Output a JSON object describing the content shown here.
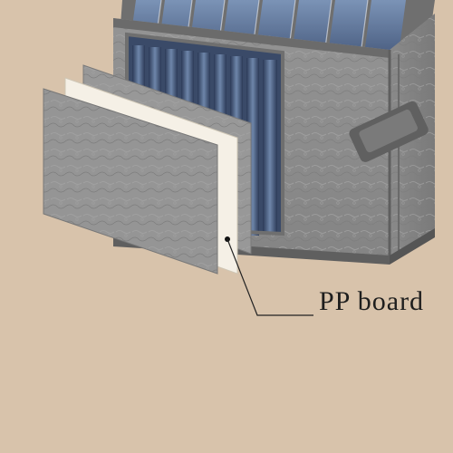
{
  "callout": {
    "label": "PP board"
  },
  "colors": {
    "background": "#d8c3ab",
    "fabric": "#8e8e8e",
    "fabric_dark": "#6f6f6f",
    "fabric_light": "#a2a2a2",
    "board": "#f4efe4",
    "garment_blue": "#5e7496",
    "garment_dark": "#2f3e5c"
  },
  "icons": [
    "fabric-layer",
    "pp-board-layer",
    "storage-box",
    "callout-pointer"
  ]
}
